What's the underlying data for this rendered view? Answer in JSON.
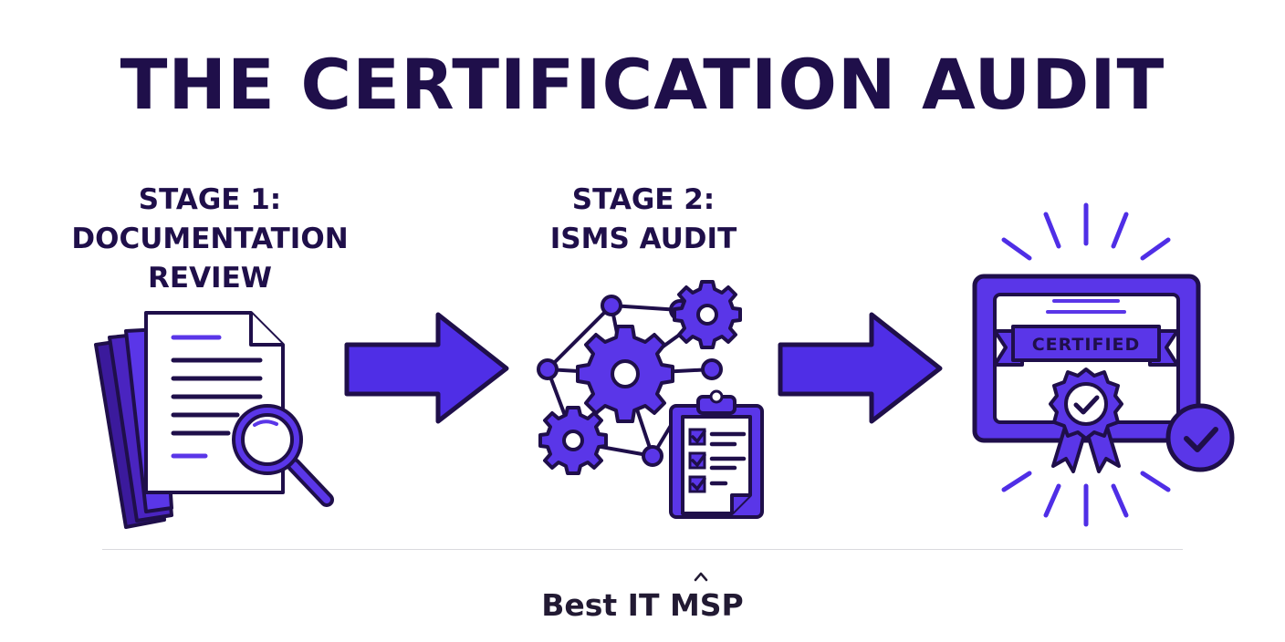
{
  "title": "THE CERTIFICATION AUDIT",
  "stages": [
    {
      "label_lines": [
        "STAGE 1:",
        "DOCUMENTATION",
        "REVIEW"
      ],
      "icon": "document-stack-magnifier-icon"
    },
    {
      "label_lines": [
        "STAGE 2:",
        "ISMS AUDIT"
      ],
      "icon": "network-gears-clipboard-icon"
    },
    {
      "icon": "certificate-icon",
      "badge_text": "CERTIFIED"
    }
  ],
  "arrows": [
    "right-arrow-icon",
    "right-arrow-icon"
  ],
  "footer": {
    "brand_prefix": "Best IT ",
    "brand_word": "MSP"
  },
  "colors": {
    "dark": "#1f0f4a",
    "primary": "#4f2ee6",
    "deep": "#2d1680",
    "accent_fill": "#5a36e8"
  }
}
